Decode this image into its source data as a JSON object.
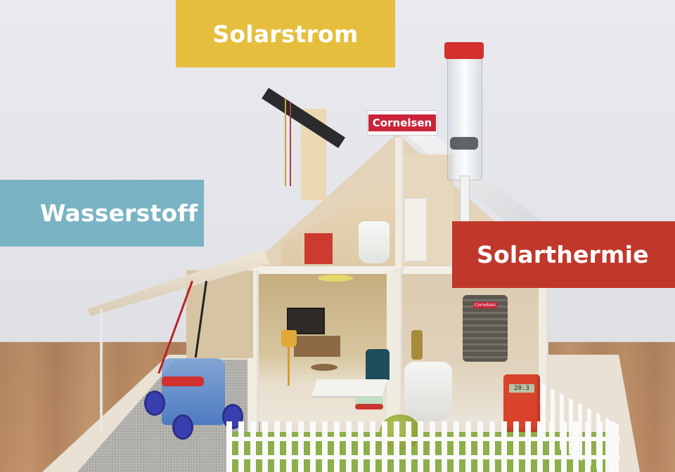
{
  "image": {
    "description": "Model house showing renewable energy concepts",
    "brand_sign": "Cornelsen",
    "storage_label": "Cornelsen",
    "meter_display": "20.3"
  },
  "labels": {
    "solarstrom": {
      "text": "Solarstrom",
      "color": "#e6be3d"
    },
    "wasserstoff": {
      "text": "Wasserstoff",
      "color": "#79b3c4"
    },
    "solarthermie": {
      "text": "Solarthermie",
      "color": "#c0382c"
    }
  }
}
